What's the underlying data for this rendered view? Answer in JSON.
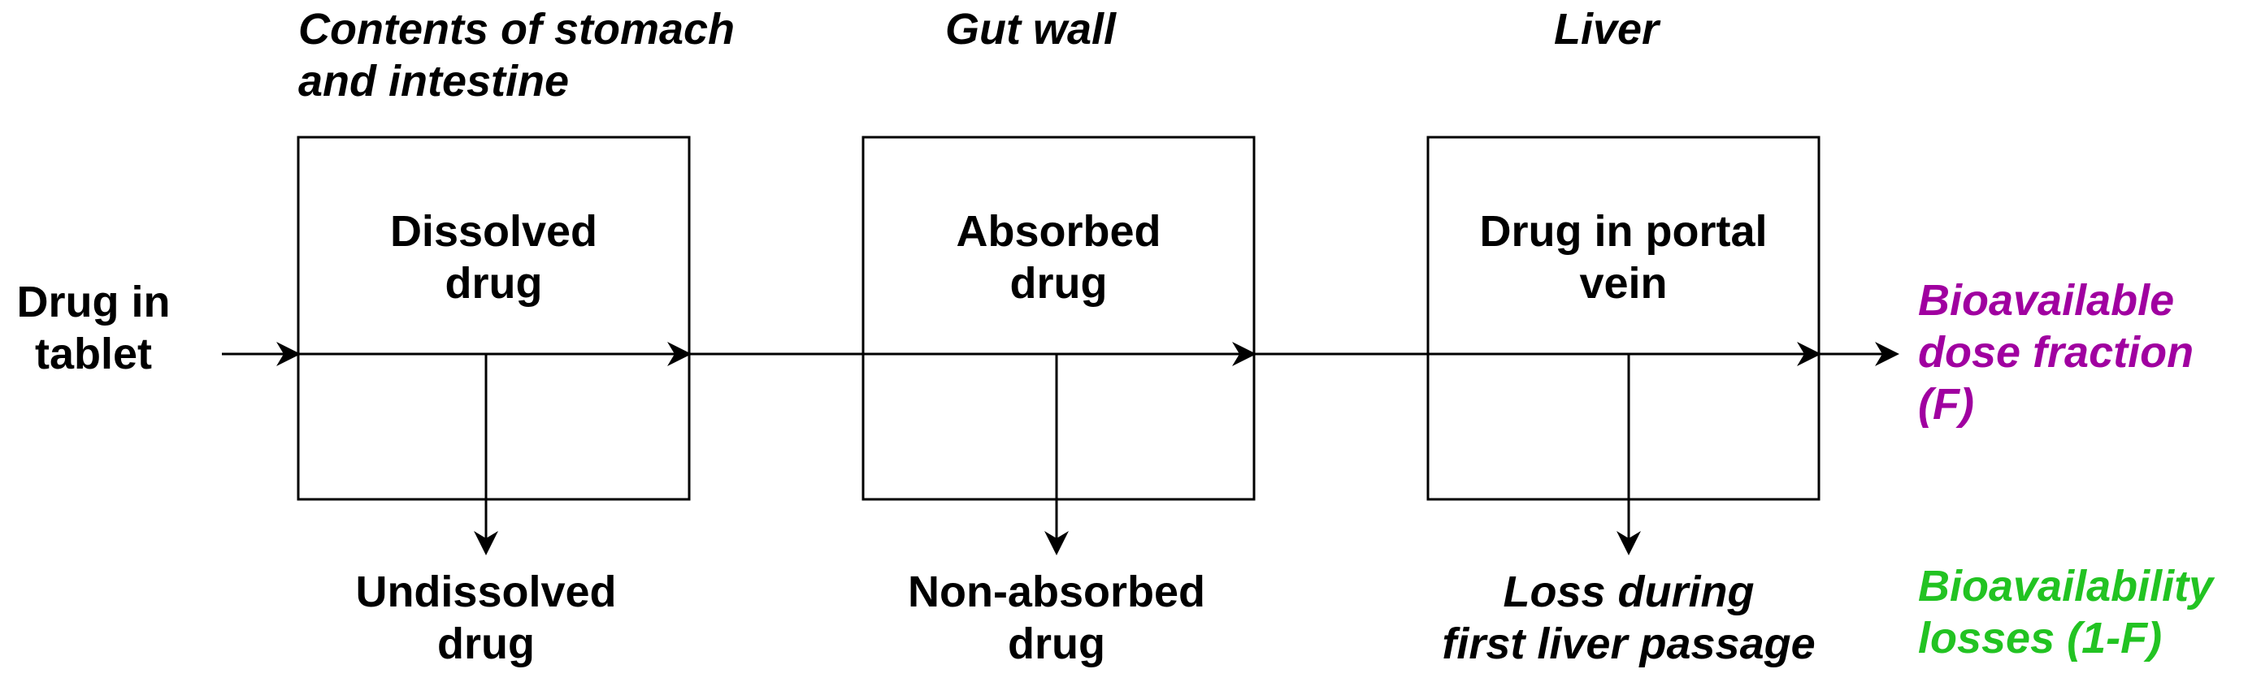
{
  "headings": {
    "stomach": [
      "Contents of stomach",
      "and intestine"
    ],
    "gut": "Gut wall",
    "liver": "Liver"
  },
  "boxes": {
    "dissolved": [
      "Dissolved",
      "drug"
    ],
    "absorbed": [
      "Absorbed",
      "drug"
    ],
    "portal": [
      "Drug in portal",
      "vein"
    ]
  },
  "input": [
    "Drug in",
    "tablet"
  ],
  "losses": {
    "undissolved": [
      "Undissolved",
      "drug"
    ],
    "non_absorbed": [
      "Non-absorbed",
      "drug"
    ],
    "liver": [
      "Loss during",
      "first liver passage"
    ]
  },
  "outcomes": {
    "bioavailable": [
      "Bioavailable",
      "dose fraction",
      "(F)"
    ],
    "losses": [
      "Bioavailability",
      "losses (1-F)"
    ]
  },
  "colors": {
    "bioavailable": "#a000a0",
    "losses": "#22c322"
  }
}
